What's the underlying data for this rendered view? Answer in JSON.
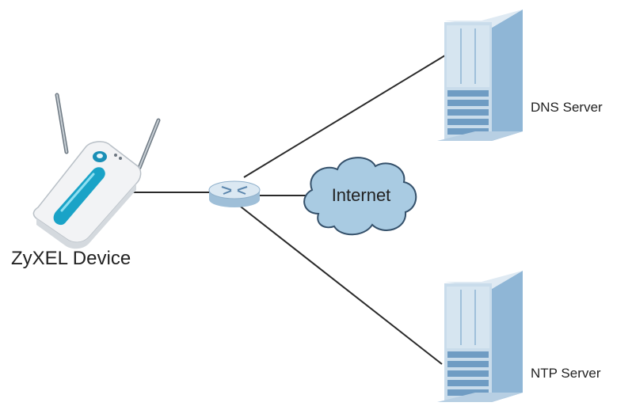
{
  "nodes": {
    "device": {
      "label": "ZyXEL Device"
    },
    "internet": {
      "label": "Internet"
    },
    "dns_server": {
      "label": "DNS Server"
    },
    "ntp_server": {
      "label": "NTP Server"
    }
  },
  "colors": {
    "line": "#2a2a2a",
    "server_front": "#c9dceb",
    "server_side": "#8fb6d6",
    "server_dark": "#6f9cc3",
    "cloud_fill": "#a9cbe2",
    "cloud_stroke": "#34506a",
    "device_body": "#f2f3f5",
    "device_accent": "#1aa3c7"
  }
}
